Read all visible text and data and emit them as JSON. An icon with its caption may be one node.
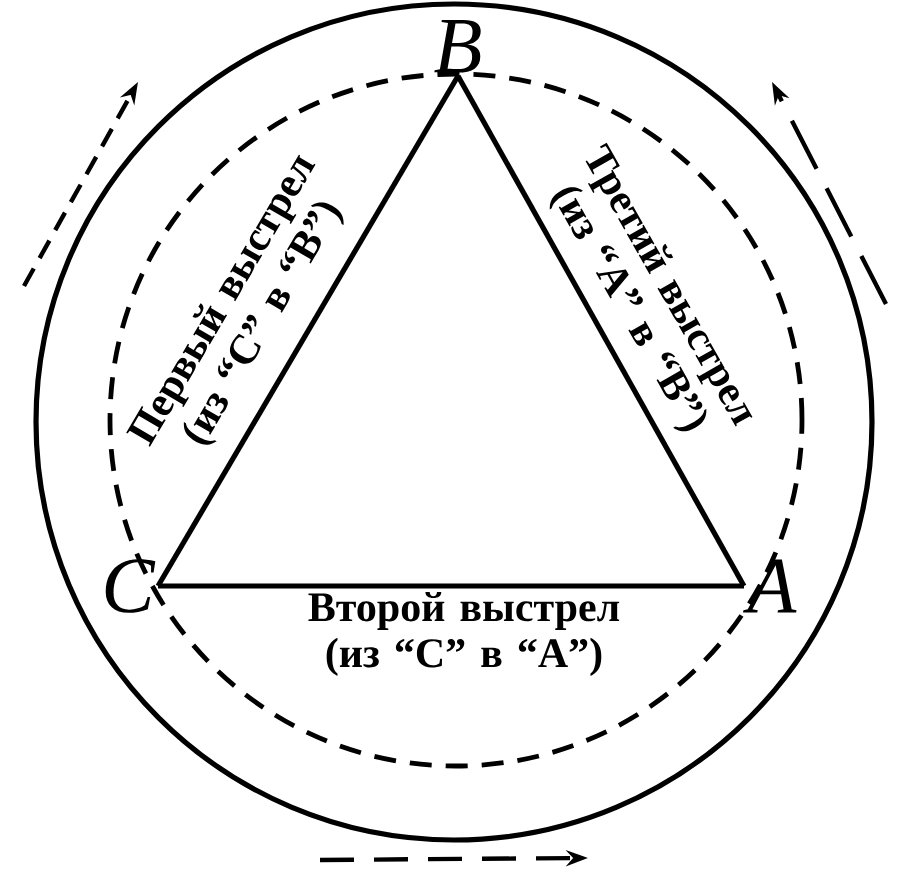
{
  "diagram": {
    "nodes": [
      {
        "text": [
          "B"
        ]
      },
      {
        "text": [
          "C"
        ]
      },
      {
        "text": [
          "A"
        ]
      }
    ],
    "edges": [
      {
        "from": 1,
        "to": 0,
        "arrow": "none",
        "label": "Первый выстрел (из “C” в “B”)"
      },
      {
        "from": 1,
        "to": 2,
        "arrow": "none",
        "label": "Второй выстрел (из “C” в “A”)"
      },
      {
        "from": 2,
        "to": 0,
        "arrow": "none",
        "label": "Третий выстрел (из “A” в “B”)"
      }
    ]
  }
}
